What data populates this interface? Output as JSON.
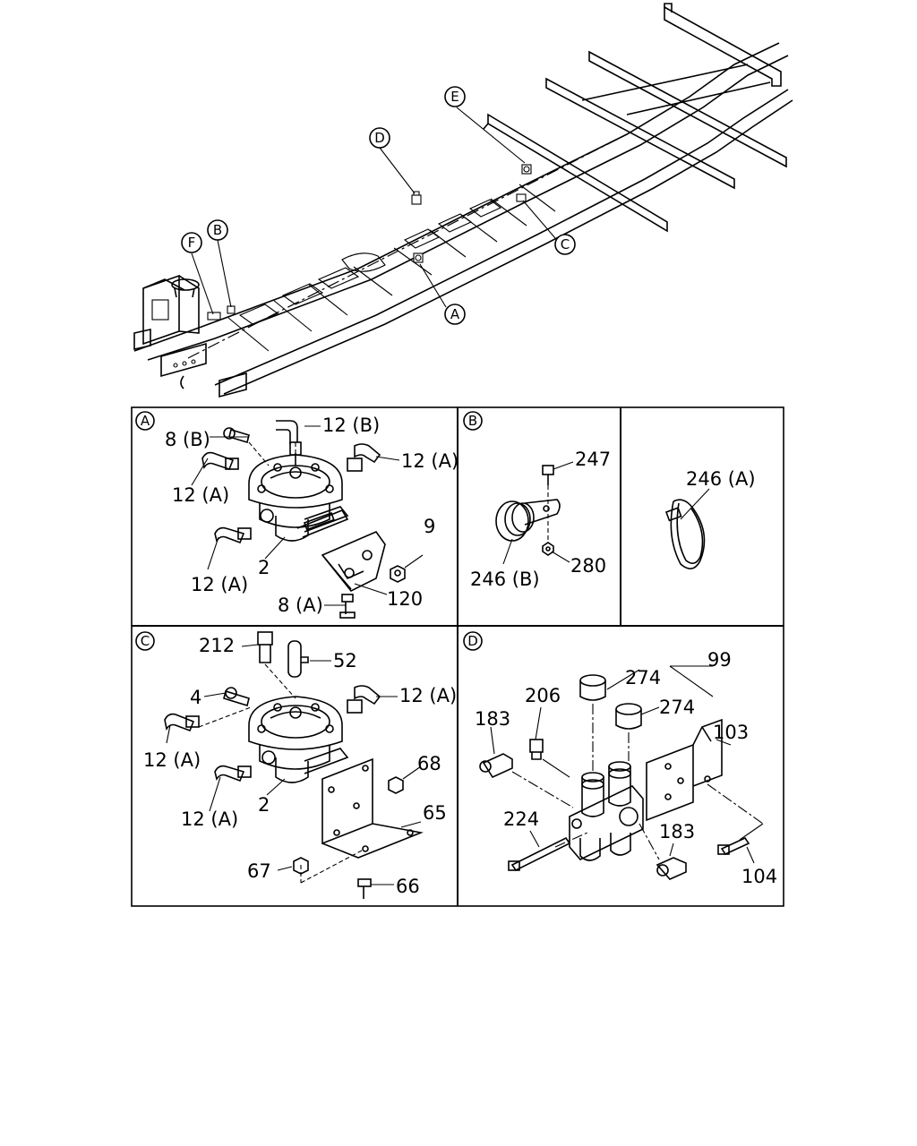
{
  "callouts": {
    "a": "A",
    "b": "B",
    "c": "C",
    "d": "D",
    "e": "E",
    "f": "F"
  },
  "panel_a": {
    "letter": "A",
    "labels": [
      "8 (B)",
      "12 (B)",
      "12 (A)",
      "12 (A)",
      "12 (A)",
      "2",
      "9",
      "120",
      "8 (A)"
    ]
  },
  "panel_b": {
    "letter": "B",
    "labels": [
      "247",
      "246 (B)",
      "280"
    ]
  },
  "panel_tie": {
    "labels": [
      "246 (A)"
    ]
  },
  "panel_c": {
    "letter": "C",
    "labels": [
      "212",
      "52",
      "4",
      "12 (A)",
      "12 (A)",
      "12 (A)",
      "68",
      "2",
      "65",
      "67",
      "66"
    ]
  },
  "panel_d": {
    "letter": "D",
    "labels": [
      "99",
      "274",
      "274",
      "206",
      "183",
      "103",
      "224",
      "183",
      "104"
    ]
  }
}
